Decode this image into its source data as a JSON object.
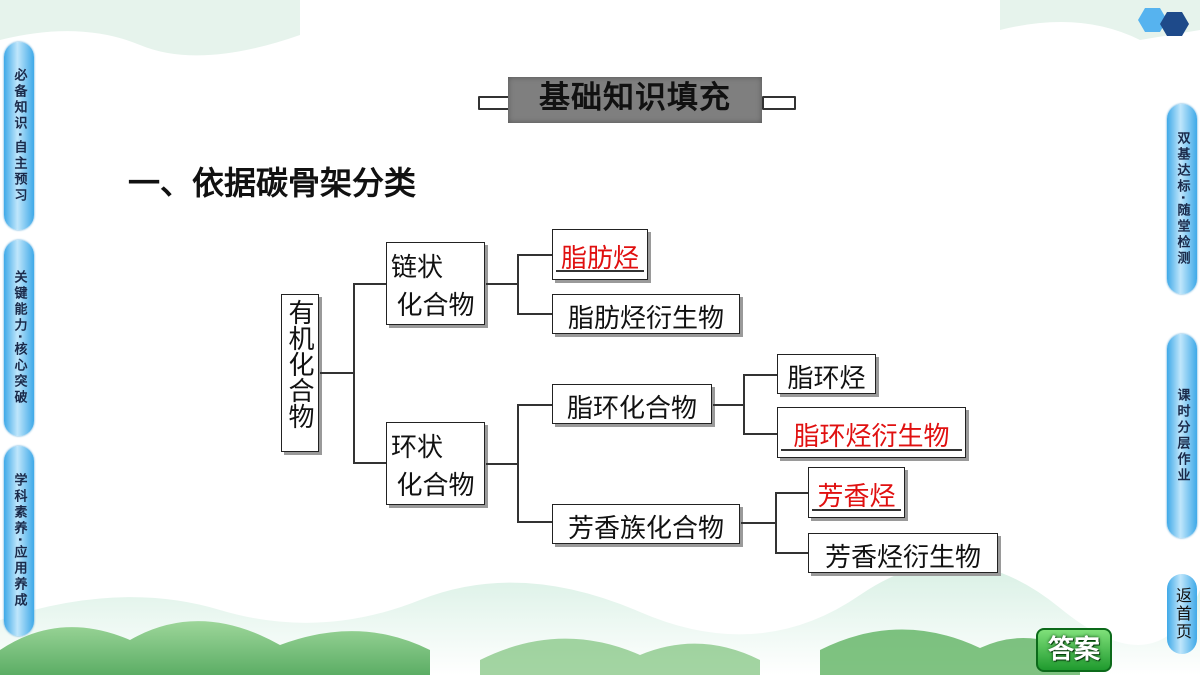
{
  "left_tabs": [
    {
      "label": "必备知识·自主预习"
    },
    {
      "label": "关键能力·核心突破"
    },
    {
      "label": "学科素养·应用养成"
    }
  ],
  "right_tabs": [
    {
      "label": "双基达标·随堂检测"
    },
    {
      "label": "课时分层作业"
    }
  ],
  "home_button": "返首页",
  "answer_button": "答案",
  "title": "基础知识填充",
  "heading": "一、依据碳骨架分类",
  "diagram": {
    "root": "有机化合物",
    "chain": {
      "line1": "链状",
      "line2": "化合物"
    },
    "ring": {
      "line1": "环状",
      "line2": "化合物"
    },
    "aliphatic_hydrocarbon": "脂肪烃",
    "aliphatic_derivative": "脂肪烃衍生物",
    "alicyclic_compound": "脂环化合物",
    "alicyclic_hydrocarbon": "脂环烃",
    "alicyclic_derivative": "脂环烃衍生物",
    "aromatic_compound": "芳香族化合物",
    "aromatic_hydrocarbon": "芳香烃",
    "aromatic_derivative": "芳香烃衍生物"
  },
  "colors": {
    "answer_red": "#e01010",
    "tab_blue": "#3fa9e8",
    "landscape_green": "#6cc070"
  }
}
